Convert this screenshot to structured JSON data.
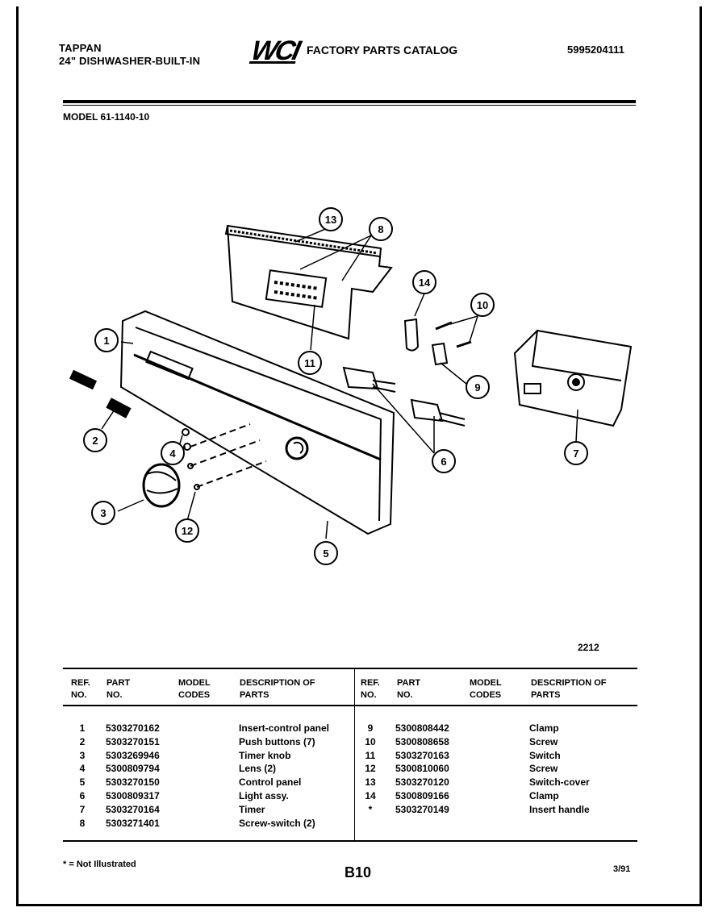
{
  "header": {
    "brand": "TAPPAN",
    "product": "24\" DISHWASHER-BUILT-IN",
    "logo": "WCI",
    "catalog_title": "FACTORY PARTS CATALOG",
    "catalog_number": "5995204111"
  },
  "model": "MODEL 61-1140-10",
  "figure_number": "2212",
  "callouts": [
    "1",
    "2",
    "3",
    "4",
    "5",
    "6",
    "7",
    "8",
    "9",
    "10",
    "11",
    "12",
    "13",
    "14"
  ],
  "table": {
    "headers": {
      "ref": "REF. NO.",
      "part": "PART NO.",
      "codes": "MODEL CODES",
      "desc": "DESCRIPTION OF PARTS"
    },
    "left": [
      {
        "ref": "1",
        "part": "5303270162",
        "desc": "Insert-control panel"
      },
      {
        "ref": "2",
        "part": "5303270151",
        "desc": "Push buttons (7)"
      },
      {
        "ref": "3",
        "part": "5303269946",
        "desc": "Timer knob"
      },
      {
        "ref": "4",
        "part": "5300809794",
        "desc": "Lens (2)"
      },
      {
        "ref": "5",
        "part": "5303270150",
        "desc": "Control panel"
      },
      {
        "ref": "6",
        "part": "5300809317",
        "desc": "Light assy."
      },
      {
        "ref": "7",
        "part": "5303270164",
        "desc": "Timer"
      },
      {
        "ref": "8",
        "part": "5303271401",
        "desc": "Screw-switch (2)"
      }
    ],
    "right": [
      {
        "ref": "9",
        "part": "5300808442",
        "desc": "Clamp"
      },
      {
        "ref": "10",
        "part": "5300808658",
        "desc": "Screw"
      },
      {
        "ref": "11",
        "part": "5303270163",
        "desc": "Switch"
      },
      {
        "ref": "12",
        "part": "5300810060",
        "desc": "Screw"
      },
      {
        "ref": "13",
        "part": "5303270120",
        "desc": "Switch-cover"
      },
      {
        "ref": "14",
        "part": "5300809166",
        "desc": "Clamp"
      },
      {
        "ref": "*",
        "part": "5303270149",
        "desc": "Insert handle"
      }
    ]
  },
  "footer": {
    "footnote": "* = Not Illustrated",
    "page": "B10",
    "date": "3/91"
  }
}
